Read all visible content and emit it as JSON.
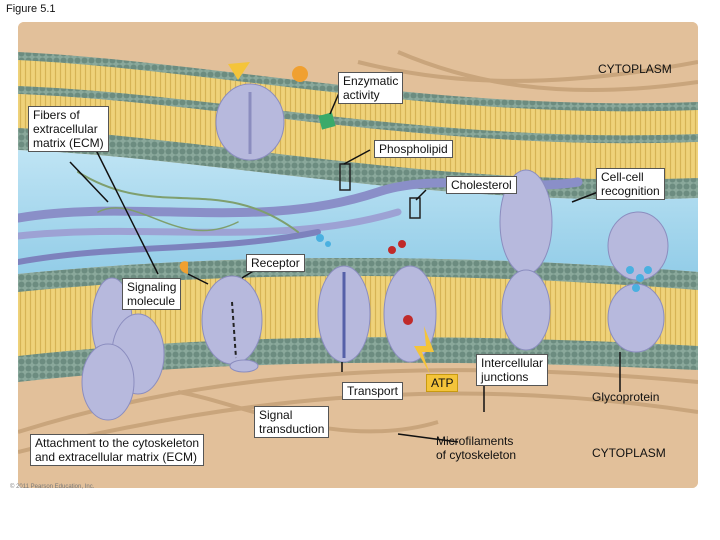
{
  "figure": {
    "caption": "Figure 5.1",
    "copyright": "© 2011 Pearson Education, Inc."
  },
  "labels": {
    "cytoplasm_top": "CYTOPLASM",
    "enzymatic_activity": "Enzymatic\nactivity",
    "fibers_ecm": "Fibers of\nextracellular\nmatrix (ECM)",
    "phospholipid": "Phospholipid",
    "cholesterol": "Cholesterol",
    "cell_cell_recognition": "Cell-cell\nrecognition",
    "receptor": "Receptor",
    "signaling_molecule": "Signaling\nmolecule",
    "transport": "Transport",
    "atp": "ATP",
    "intercellular_junctions": "Intercellular\njunctions",
    "glycoprotein": "Glycoprotein",
    "attachment": "Attachment to the cytoskeleton\nand extracellular matrix (ECM)",
    "signal_transduction": "Signal\ntransduction",
    "microfilaments": "Microfilaments\nof cytoskeleton",
    "cytoplasm_bottom": "CYTOPLASM"
  },
  "colors": {
    "background_tan": "#e6c6a0",
    "membrane_head": "#7a9a8e",
    "membrane_tail": "#e8c86a",
    "extracellular_fluid": "#a9d8ee",
    "protein": "#b7b9dd",
    "fiber": "#8a8fc8",
    "atp": "#f4c43a",
    "signal_orange": "#f0a030"
  }
}
